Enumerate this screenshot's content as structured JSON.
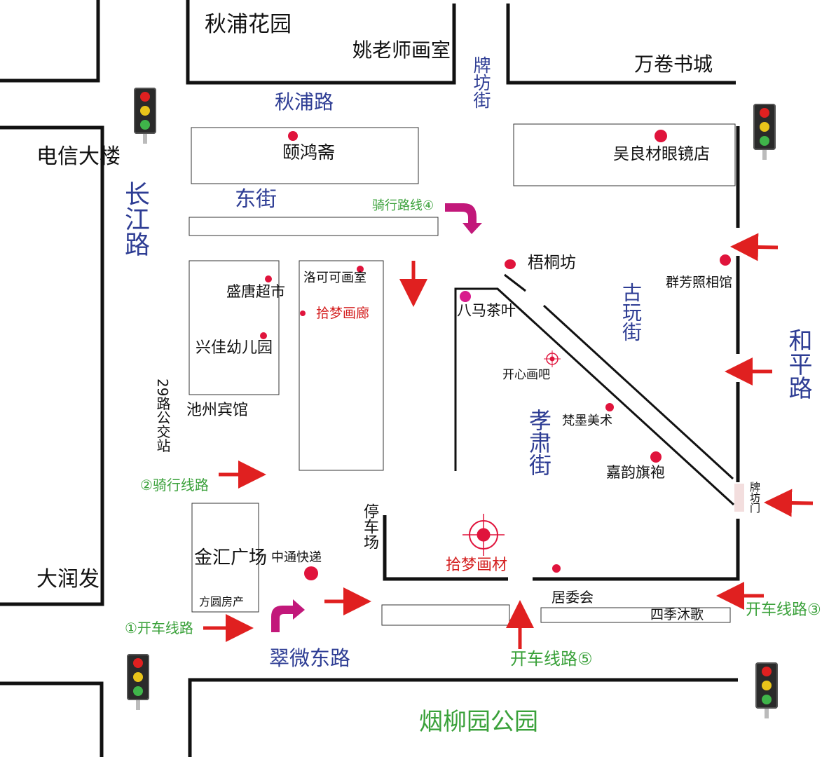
{
  "roads": {
    "qiupu": "秋浦路",
    "dongjie": "东街",
    "changjiang": "长江路",
    "paifang_street": "牌坊街",
    "guwan": "古玩街",
    "xiaosu": "孝肃街",
    "heping": "和平路",
    "cuiwei": "翠微东路"
  },
  "places": {
    "qiupu_garden": "秋浦花园",
    "yao_studio": "姚老师画室",
    "wanjuan": "万卷书城",
    "telecom": "电信大楼",
    "yihongzhai": "颐鸿斋",
    "wuliangcai": "吴良材眼镜店",
    "wutongfang": "梧桐坊",
    "qunfang": "群芳照相馆",
    "shengtang": "盛唐超市",
    "luokeke": "洛可可画室",
    "shimeng_gallery": "拾梦画廊",
    "bama": "八马茶叶",
    "kaixin": "开心画吧",
    "xingjia": "兴佳幼儿园",
    "bus29": "29路公交站",
    "chizhou_hotel": "池州宾馆",
    "fanmo": "梵墨美术",
    "jiayun": "嘉韵旗袍",
    "paifang_gate": "牌坊门",
    "parking": "停车场",
    "shimeng_materials": "拾梦画材",
    "jinhui": "金汇广场",
    "fangyuan": "方圆房产",
    "zhongtong": "中通快递",
    "juweihui": "居委会",
    "siji": "四季沐歌",
    "runfa": "大润发",
    "yanliuyuan": "烟柳园公园"
  },
  "routes": {
    "ride4": "骑行路线④",
    "ride2": "②骑行线路",
    "drive1": "①开车线路",
    "drive3": "开车线路③",
    "drive5": "开车线路⑤"
  },
  "colors": {
    "road_label": "#2e3d94",
    "route_label": "#3aa13a",
    "highlight": "#d42020",
    "marker": "#e0143c",
    "curved_arrow": "#c2187a"
  },
  "icons": [
    "traffic-light-icon",
    "red-arrow-icon",
    "curved-arrow-icon",
    "target-icon",
    "location-dot-icon"
  ]
}
